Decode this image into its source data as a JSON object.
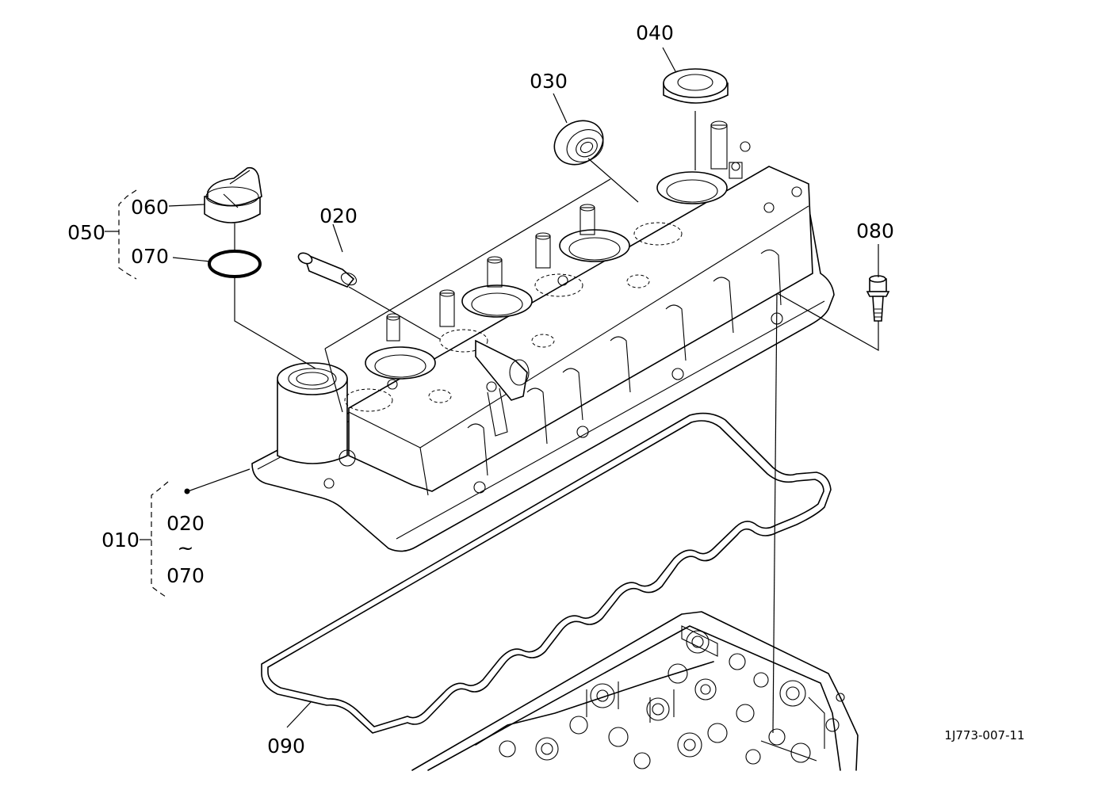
{
  "parts": {
    "p010": "010",
    "p020": "020",
    "p030": "030",
    "p040": "040",
    "p050": "050",
    "p060": "060",
    "p070": "070",
    "p080": "080",
    "p090": "090"
  },
  "group_010": {
    "from": "020",
    "sep": "~",
    "to": "070"
  },
  "drawing_code": "1J773-007-11",
  "colors": {
    "line": "#000000",
    "background": "#ffffff"
  }
}
